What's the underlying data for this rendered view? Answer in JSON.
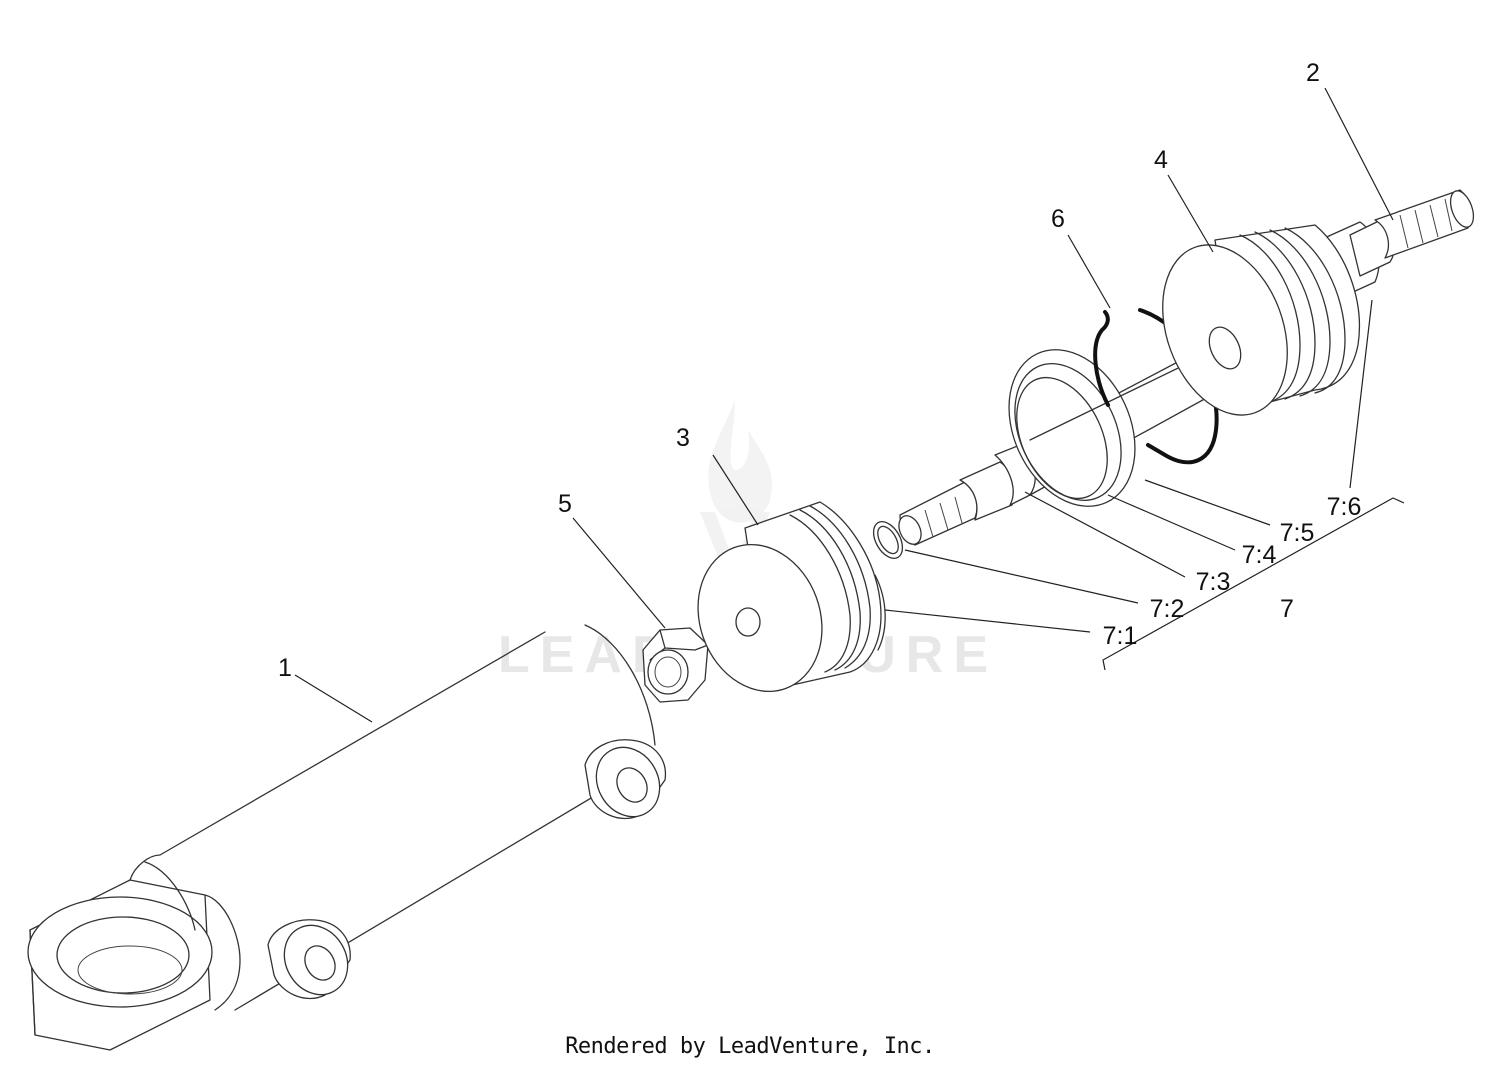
{
  "callouts": {
    "c1": "1",
    "c2": "2",
    "c3": "3",
    "c4": "4",
    "c5": "5",
    "c6": "6",
    "c7": "7",
    "c7_1": "7:1",
    "c7_2": "7:2",
    "c7_3": "7:3",
    "c7_4": "7:4",
    "c7_5": "7:5",
    "c7_6": "7:6"
  },
  "watermark": {
    "text": "LEADVENTURE"
  },
  "footer": {
    "text": "Rendered by LeadVenture, Inc."
  }
}
